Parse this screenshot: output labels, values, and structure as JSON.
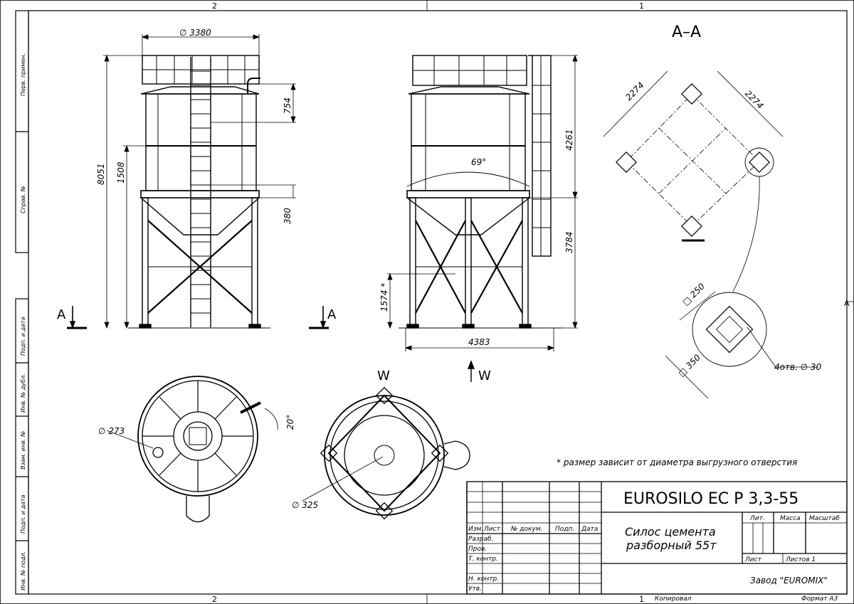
{
  "frame": {
    "zone_top_left": "2",
    "zone_top_right": "1",
    "zone_bottom_left": "2",
    "zone_bottom_right": "1",
    "zone_right": "A"
  },
  "side_labels": [
    "Перв. примен.",
    "Справ. №",
    "Подп. и дата",
    "Инв. № дубл.",
    "Взам. инв. №",
    "Подп. и дата",
    "Инв. № подл."
  ],
  "front_view": {
    "dim_diameter": "∅ 3380",
    "dim_height_total": "8051",
    "dim_cylinder": "1508",
    "dim_top": "754",
    "dim_cone": "380",
    "section_marker": "A"
  },
  "side_view": {
    "dim_upper": "4261",
    "dim_lower": "3784",
    "dim_discharge": "1574 *",
    "dim_width": "4383",
    "dim_angle": "69°",
    "section_marker": "A",
    "arrow_label": "W"
  },
  "section_aa": {
    "title": "A–A",
    "dim_side_1": "2274",
    "dim_side_2": "2274",
    "dim_plate": "□ 250",
    "dim_base": "□ 350",
    "dim_holes": "4отв. ∅ 30"
  },
  "top_view": {
    "dim_pipe": "∅ 273",
    "dim_angle": "20°"
  },
  "bottom_view": {
    "label": "W",
    "dim_outlet": "∅ 325"
  },
  "note": "* размер зависит от диаметра выгрузного отверстия",
  "title_block": {
    "designation": "EUROSILO EC P 3,3-55",
    "name_line1": "Силос цемента",
    "name_line2": "разборный 55т",
    "col_izm": "Изм.",
    "col_list": "Лист",
    "col_doc": "№ докум.",
    "col_sign": "Подп.",
    "col_date": "Дата",
    "row_razrab": "Разраб.",
    "row_prov": "Пров.",
    "row_tkontr": "Т. контр.",
    "row_nkontr": "Н. контр.",
    "row_utv": "Утв.",
    "lit": "Лит.",
    "mass": "Масса",
    "scale": "Масштаб",
    "sheet": "Лист",
    "sheets": "Листов 1",
    "org": "Завод \"EUROMIX\"",
    "copied": "Копировал",
    "format": "Формат А3"
  }
}
